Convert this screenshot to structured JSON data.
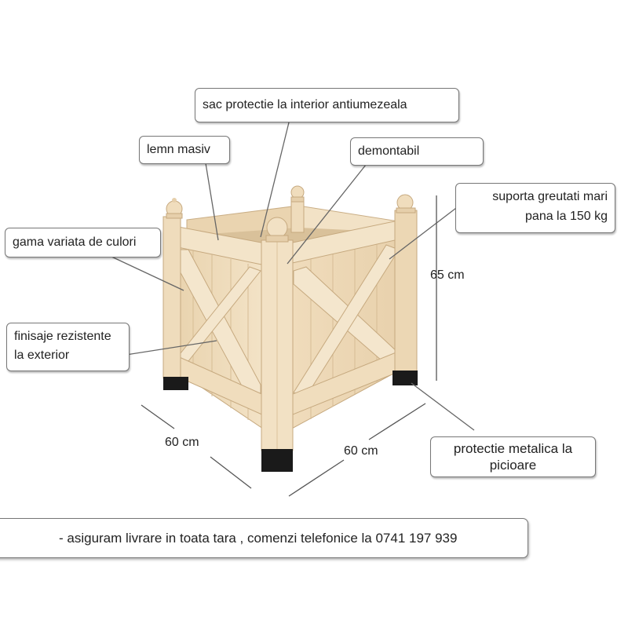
{
  "callouts": {
    "sac_protectie": "sac protectie la interior antiumezeala",
    "lemn_masiv": "lemn masiv",
    "demontabil": "demontabil",
    "suporta_line1": "suporta greutati mari",
    "suporta_line2": "pana la 150 kg",
    "gama": "gama variata de culori",
    "finisaje_line1": "finisaje rezistente",
    "finisaje_line2": "la exterior",
    "protectie_line1": "protectie metalica la",
    "protectie_line2": "picioare"
  },
  "dimensions": {
    "height": "65 cm",
    "left_width": "60 cm",
    "right_width": "60 cm"
  },
  "footer": {
    "text": "- asiguram livrare in toata tara , comenzi telefonice la 0741 197 939"
  },
  "colors": {
    "wood_light": "#f1dfc2",
    "wood_mid": "#e6cfab",
    "wood_dark": "#d2b88f",
    "feet": "#1a1a1a",
    "leader_line": "#666666"
  }
}
